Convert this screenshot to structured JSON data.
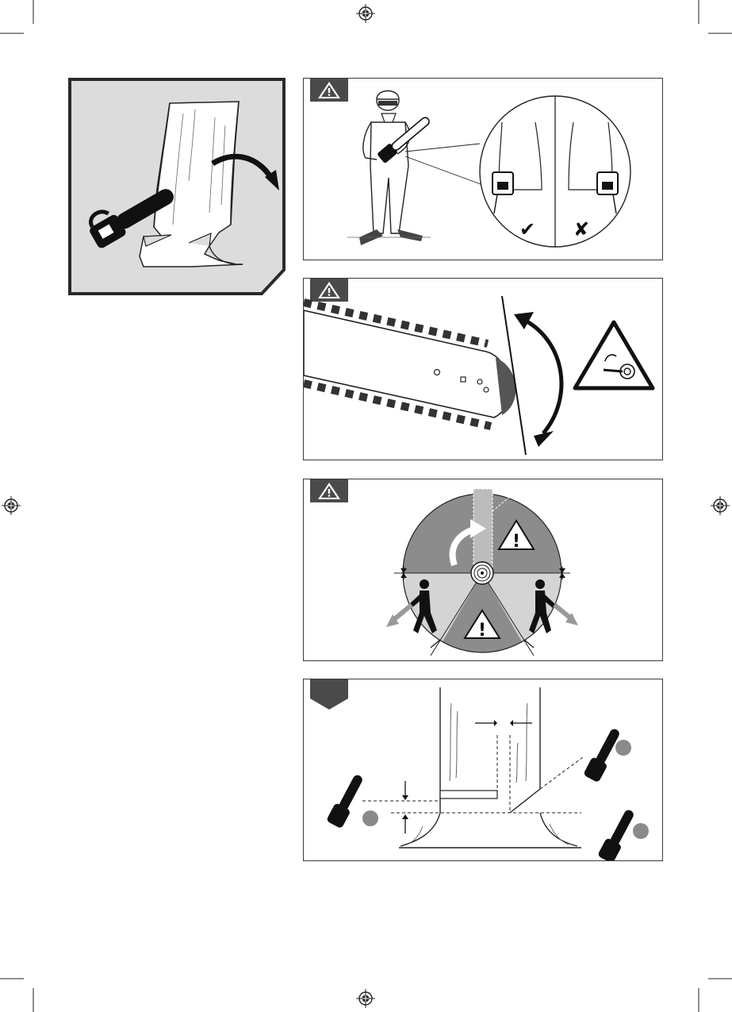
{
  "document": {
    "type": "instruction-manual-illustration-page",
    "panels": [
      {
        "id": "feature-panel",
        "icon": "tree-felling-icon"
      },
      {
        "id": "panel-1",
        "badge": "warning-icon",
        "icon": "operator-protective-gear-icon"
      },
      {
        "id": "panel-2",
        "badge": "warning-icon",
        "icon": "kickback-zone-icon"
      },
      {
        "id": "panel-3",
        "badge": "warning-icon",
        "icon": "felling-danger-zone-icon"
      },
      {
        "id": "panel-4",
        "badge": "step-badge",
        "icon": "felling-cuts-icon"
      }
    ],
    "panel_1": {
      "correct_symbol": "✔",
      "wrong_symbol": "✘"
    },
    "panel_3": {
      "warning_symbol": "!"
    }
  },
  "colors": {
    "panel_border": "#3a3a3a",
    "feature_bg": "#dcdcdc",
    "badge_dark": "#4a4a4a",
    "zone_dark": "#8c8c8c",
    "zone_light": "#d4d4d4",
    "chainsaw": "#1a1a1a",
    "marker_grey": "#8a8a8a"
  }
}
